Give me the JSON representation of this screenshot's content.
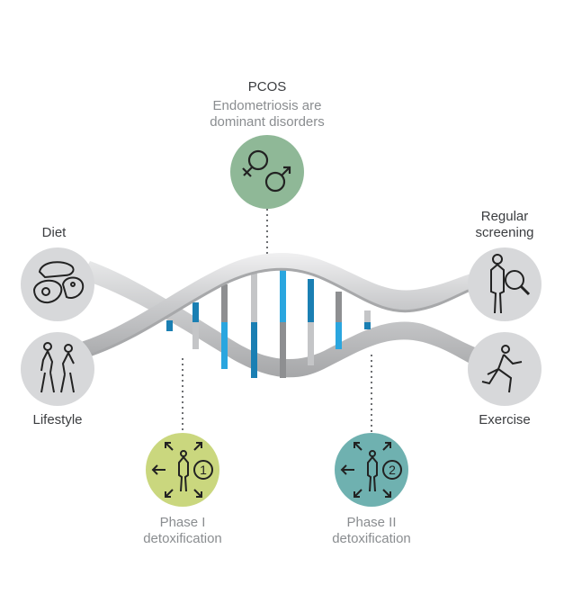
{
  "top": {
    "title": "PCOS",
    "subtitle_line1": "Endometriosis are",
    "subtitle_line2": "dominant disorders",
    "icon": "gender-symbols-icon",
    "color": "#8fb897"
  },
  "left_top": {
    "label": "Diet",
    "icon": "food-icon",
    "color": "#d7d8da"
  },
  "left_bottom": {
    "label": "Lifestyle",
    "icon": "people-walking-icon",
    "color": "#d7d8da"
  },
  "right_top": {
    "label_line1": "Regular",
    "label_line2": "screening",
    "icon": "person-magnifier-icon",
    "color": "#d7d8da"
  },
  "right_bottom": {
    "label": "Exercise",
    "icon": "runner-icon",
    "color": "#d7d8da"
  },
  "phase1": {
    "label_line1": "Phase I",
    "label_line2": "detoxification",
    "number": "1",
    "icon": "person-arrows-icon",
    "color": "#cad77e"
  },
  "phase2": {
    "label_line1": "Phase II",
    "label_line2": "detoxification",
    "number": "2",
    "icon": "person-arrows-icon",
    "color": "#6fb1b0"
  },
  "colors": {
    "blue": "#2aa6df",
    "dark_blue": "#1a7fb3",
    "gray": "#8e8f91",
    "light_gray": "#c4c5c7"
  }
}
